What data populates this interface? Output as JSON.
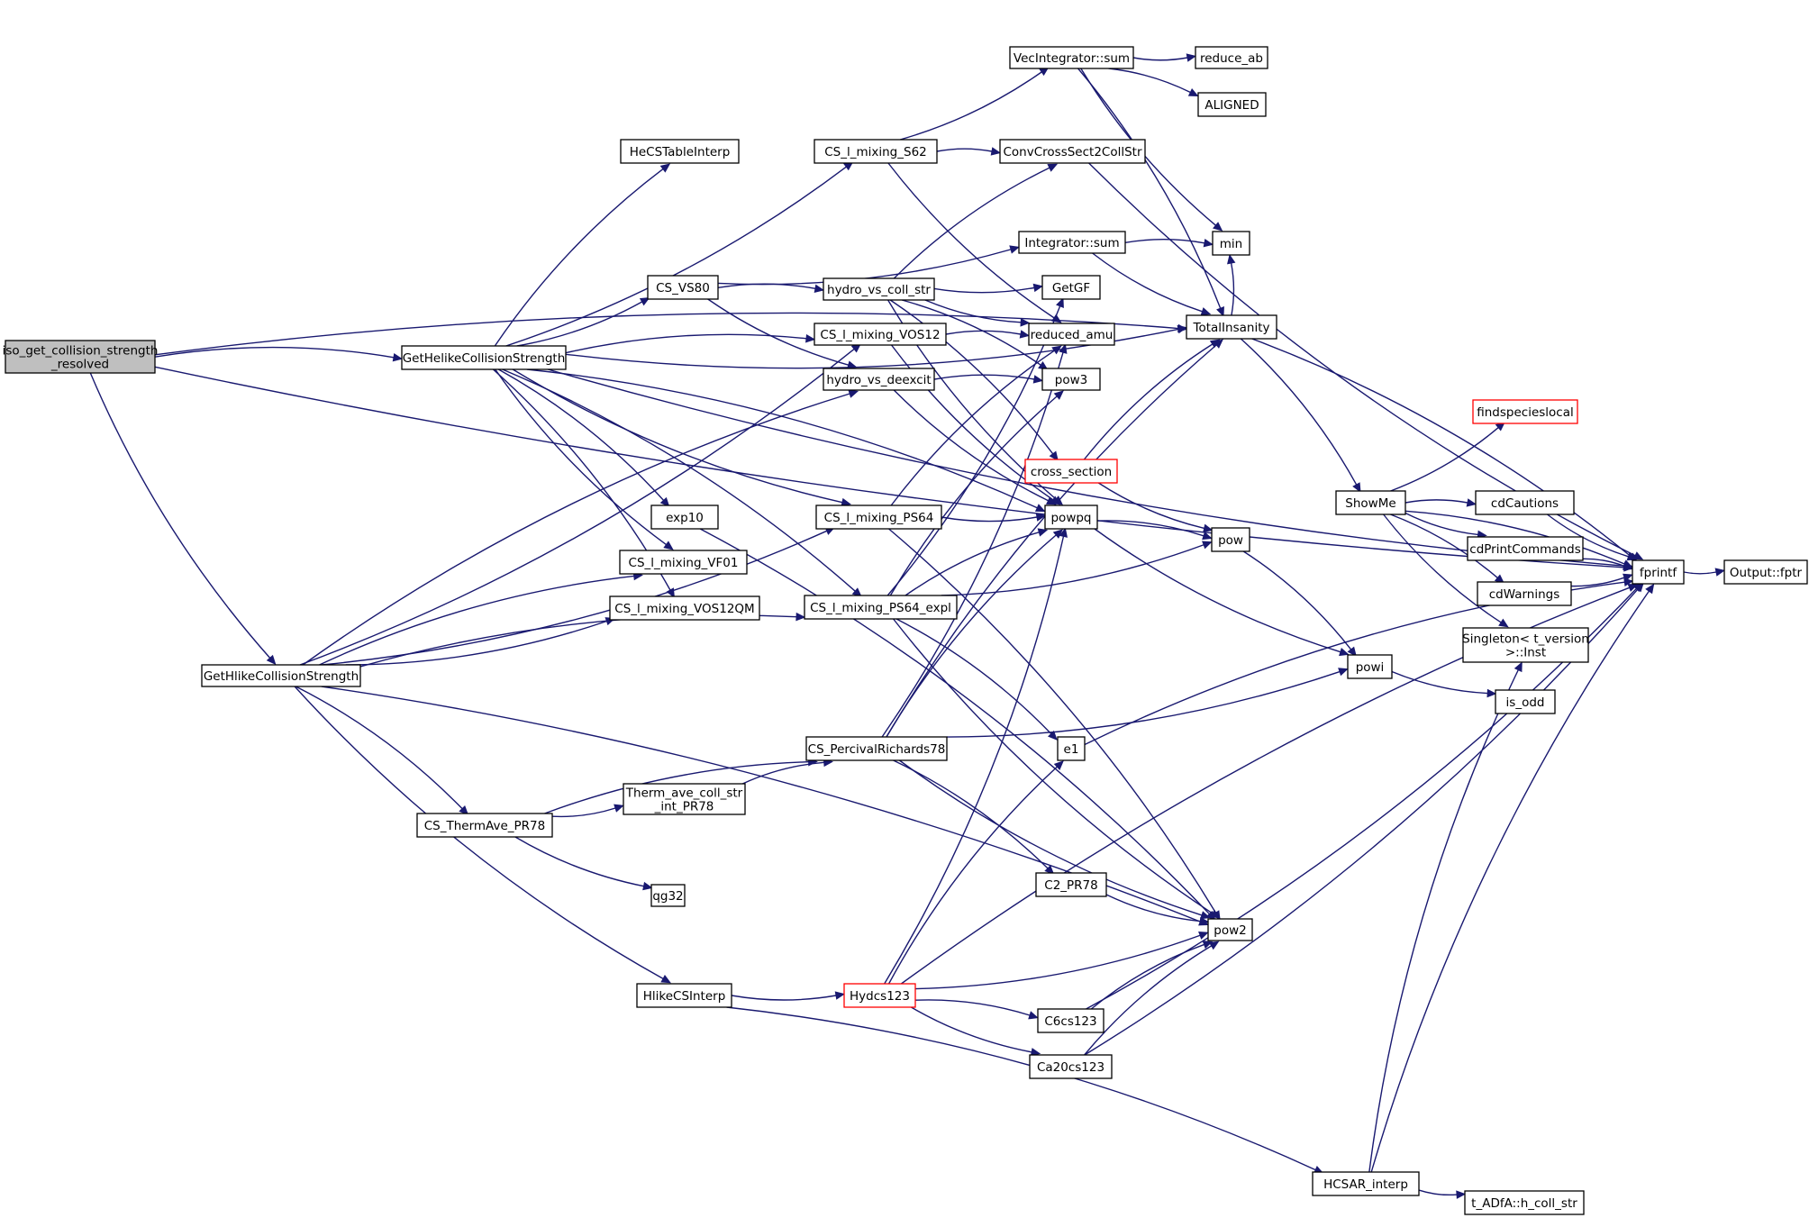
{
  "diagram": {
    "type": "call-graph",
    "colors": {
      "edge": "#191970",
      "node_border": "#000000",
      "node_fill": "#ffffff",
      "root_fill": "#bfbfbf",
      "truncated_border": "#ff0000"
    },
    "nodes": [
      {
        "id": "iso",
        "lines": [
          "iso_get_collision_strength",
          "_resolved"
        ],
        "root": true
      },
      {
        "id": "gethe",
        "lines": [
          "GetHelikeCollisionStrength"
        ]
      },
      {
        "id": "geth",
        "lines": [
          "GetHlikeCollisionStrength"
        ]
      },
      {
        "id": "hecs",
        "lines": [
          "HeCSTableInterp"
        ]
      },
      {
        "id": "cs80",
        "lines": [
          "CS_VS80"
        ]
      },
      {
        "id": "exp10",
        "lines": [
          "exp10"
        ]
      },
      {
        "id": "vf01",
        "lines": [
          "CS_l_mixing_VF01"
        ]
      },
      {
        "id": "vos12qm",
        "lines": [
          "CS_l_mixing_VOS12QM"
        ]
      },
      {
        "id": "s62",
        "lines": [
          "CS_l_mixing_S62"
        ]
      },
      {
        "id": "hvcs",
        "lines": [
          "hydro_vs_coll_str"
        ]
      },
      {
        "id": "vos12",
        "lines": [
          "CS_l_mixing_VOS12"
        ]
      },
      {
        "id": "hvde",
        "lines": [
          "hydro_vs_deexcit"
        ]
      },
      {
        "id": "ps64",
        "lines": [
          "CS_l_mixing_PS64"
        ]
      },
      {
        "id": "ps64e",
        "lines": [
          "CS_l_mixing_PS64_expl"
        ]
      },
      {
        "id": "cspr",
        "lines": [
          "CS_PercivalRichards78"
        ]
      },
      {
        "id": "tacs",
        "lines": [
          "Therm_ave_coll_str",
          "_int_PR78"
        ]
      },
      {
        "id": "csta",
        "lines": [
          "CS_ThermAve_PR78"
        ]
      },
      {
        "id": "qg32",
        "lines": [
          "qg32"
        ]
      },
      {
        "id": "hcsi",
        "lines": [
          "HlikeCSInterp"
        ]
      },
      {
        "id": "hyd",
        "lines": [
          "Hydcs123"
        ],
        "truncated": true
      },
      {
        "id": "vecsum",
        "lines": [
          "VecIntegrator::sum"
        ]
      },
      {
        "id": "conv",
        "lines": [
          "ConvCrossSect2CollStr"
        ]
      },
      {
        "id": "intsum",
        "lines": [
          "Integrator::sum"
        ]
      },
      {
        "id": "getgf",
        "lines": [
          "GetGF"
        ]
      },
      {
        "id": "ramu",
        "lines": [
          "reduced_amu"
        ]
      },
      {
        "id": "pow3",
        "lines": [
          "pow3"
        ]
      },
      {
        "id": "csec",
        "lines": [
          "cross_section"
        ],
        "truncated": true
      },
      {
        "id": "powpq",
        "lines": [
          "powpq"
        ]
      },
      {
        "id": "e1",
        "lines": [
          "e1"
        ]
      },
      {
        "id": "c2pr",
        "lines": [
          "C2_PR78"
        ]
      },
      {
        "id": "c6",
        "lines": [
          "C6cs123"
        ]
      },
      {
        "id": "ca20",
        "lines": [
          "Ca20cs123"
        ]
      },
      {
        "id": "redab",
        "lines": [
          "reduce_ab"
        ]
      },
      {
        "id": "aligned",
        "lines": [
          "ALIGNED"
        ]
      },
      {
        "id": "min",
        "lines": [
          "min"
        ]
      },
      {
        "id": "ti",
        "lines": [
          "TotalInsanity"
        ]
      },
      {
        "id": "pow",
        "lines": [
          "pow"
        ]
      },
      {
        "id": "powi",
        "lines": [
          "powi"
        ]
      },
      {
        "id": "pow2",
        "lines": [
          "pow2"
        ]
      },
      {
        "id": "hcsar",
        "lines": [
          "HCSAR_interp"
        ]
      },
      {
        "id": "adfa",
        "lines": [
          "t_ADfA::h_coll_str"
        ]
      },
      {
        "id": "showme",
        "lines": [
          "ShowMe"
        ]
      },
      {
        "id": "fsl",
        "lines": [
          "findspecieslocal"
        ],
        "truncated": true
      },
      {
        "id": "cdc",
        "lines": [
          "cdCautions"
        ]
      },
      {
        "id": "cdpc",
        "lines": [
          "cdPrintCommands"
        ]
      },
      {
        "id": "cdw",
        "lines": [
          "cdWarnings"
        ]
      },
      {
        "id": "sing",
        "lines": [
          "Singleton< t_version",
          ">::Inst"
        ]
      },
      {
        "id": "isodd",
        "lines": [
          "is_odd"
        ]
      },
      {
        "id": "fprintf",
        "lines": [
          "fprintf"
        ]
      },
      {
        "id": "fptr",
        "lines": [
          "Output::fptr"
        ]
      }
    ],
    "edges": [
      [
        "iso",
        "gethe"
      ],
      [
        "iso",
        "geth"
      ],
      [
        "iso",
        "ti"
      ],
      [
        "iso",
        "fprintf"
      ],
      [
        "gethe",
        "hecs"
      ],
      [
        "gethe",
        "cs80"
      ],
      [
        "gethe",
        "exp10"
      ],
      [
        "gethe",
        "vf01"
      ],
      [
        "gethe",
        "vos12qm"
      ],
      [
        "gethe",
        "s62"
      ],
      [
        "gethe",
        "vos12"
      ],
      [
        "gethe",
        "ps64"
      ],
      [
        "gethe",
        "ps64e"
      ],
      [
        "gethe",
        "ti"
      ],
      [
        "gethe",
        "powpq"
      ],
      [
        "gethe",
        "fprintf"
      ],
      [
        "geth",
        "vf01"
      ],
      [
        "geth",
        "vos12qm"
      ],
      [
        "geth",
        "hvde"
      ],
      [
        "geth",
        "ps64"
      ],
      [
        "geth",
        "ps64e"
      ],
      [
        "geth",
        "vos12"
      ],
      [
        "geth",
        "csta"
      ],
      [
        "geth",
        "hcsi"
      ],
      [
        "geth",
        "pow2"
      ],
      [
        "cs80",
        "intsum"
      ],
      [
        "cs80",
        "hvcs"
      ],
      [
        "cs80",
        "hvde"
      ],
      [
        "exp10",
        "pow2"
      ],
      [
        "s62",
        "vecsum"
      ],
      [
        "s62",
        "conv"
      ],
      [
        "s62",
        "ramu"
      ],
      [
        "hvcs",
        "conv"
      ],
      [
        "hvcs",
        "getgf"
      ],
      [
        "hvcs",
        "pow3"
      ],
      [
        "hvcs",
        "ramu"
      ],
      [
        "hvcs",
        "csec"
      ],
      [
        "hvcs",
        "powpq"
      ],
      [
        "vos12",
        "ramu"
      ],
      [
        "vos12",
        "powpq"
      ],
      [
        "hvde",
        "pow3"
      ],
      [
        "hvde",
        "powpq"
      ],
      [
        "ps64",
        "ramu"
      ],
      [
        "ps64",
        "powpq"
      ],
      [
        "ps64",
        "pow2"
      ],
      [
        "ps64e",
        "getgf"
      ],
      [
        "ps64e",
        "powpq"
      ],
      [
        "ps64e",
        "pow"
      ],
      [
        "ps64e",
        "e1"
      ],
      [
        "ps64e",
        "pow2"
      ],
      [
        "ps64e",
        "pow3"
      ],
      [
        "cspr",
        "ramu"
      ],
      [
        "cspr",
        "ti"
      ],
      [
        "cspr",
        "powi"
      ],
      [
        "cspr",
        "c2pr"
      ],
      [
        "cspr",
        "pow2"
      ],
      [
        "cspr",
        "powpq"
      ],
      [
        "csta",
        "tacs"
      ],
      [
        "csta",
        "cspr"
      ],
      [
        "csta",
        "qg32"
      ],
      [
        "tacs",
        "cspr"
      ],
      [
        "hcsi",
        "hyd"
      ],
      [
        "hcsi",
        "hcsar"
      ],
      [
        "hyd",
        "powpq"
      ],
      [
        "hyd",
        "e1"
      ],
      [
        "hyd",
        "pow2"
      ],
      [
        "hyd",
        "c6"
      ],
      [
        "hyd",
        "ca20"
      ],
      [
        "hyd",
        "fprintf"
      ],
      [
        "vecsum",
        "redab"
      ],
      [
        "vecsum",
        "aligned"
      ],
      [
        "vecsum",
        "min"
      ],
      [
        "vecsum",
        "ti"
      ],
      [
        "conv",
        "fprintf"
      ],
      [
        "intsum",
        "min"
      ],
      [
        "intsum",
        "ti"
      ],
      [
        "csec",
        "ti"
      ],
      [
        "csec",
        "pow"
      ],
      [
        "powpq",
        "pow"
      ],
      [
        "powpq",
        "powi"
      ],
      [
        "pow",
        "powi"
      ],
      [
        "powi",
        "isodd"
      ],
      [
        "e1",
        "fprintf"
      ],
      [
        "c2pr",
        "pow2"
      ],
      [
        "c6",
        "pow2"
      ],
      [
        "c6",
        "fprintf"
      ],
      [
        "ca20",
        "pow2"
      ],
      [
        "ca20",
        "fprintf"
      ],
      [
        "ti",
        "showme"
      ],
      [
        "ti",
        "min"
      ],
      [
        "ti",
        "fprintf"
      ],
      [
        "showme",
        "fsl"
      ],
      [
        "showme",
        "cdc"
      ],
      [
        "showme",
        "cdpc"
      ],
      [
        "showme",
        "cdw"
      ],
      [
        "showme",
        "sing"
      ],
      [
        "showme",
        "fprintf"
      ],
      [
        "cdc",
        "fprintf"
      ],
      [
        "cdpc",
        "fprintf"
      ],
      [
        "cdw",
        "fprintf"
      ],
      [
        "hcsar",
        "sing"
      ],
      [
        "hcsar",
        "adfa"
      ],
      [
        "hcsar",
        "fprintf"
      ],
      [
        "fprintf",
        "fptr"
      ]
    ]
  }
}
